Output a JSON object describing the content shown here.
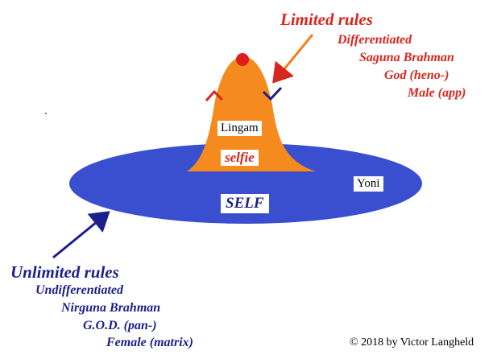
{
  "limited": {
    "title": "Limited rules",
    "lines": [
      "Differentiated",
      "Saguna Brahman",
      "God (heno-)",
      "Male (app)"
    ]
  },
  "unlimited": {
    "title": "Unlimited rules",
    "lines": [
      "Undifferentiated",
      "Nirguna Brahman",
      "G.O.D. (pan-)",
      "Female (matrix)"
    ]
  },
  "labels": {
    "lingam": "Lingam",
    "selfie": "selfie",
    "self": "SELF",
    "yoni": "Yoni"
  },
  "copyright": "© 2018 by Victor Langheld",
  "colors": {
    "yoni_fill": "#3a4fd0",
    "lingam_fill": "#f58a1f",
    "tip_dot": "#e01b1b",
    "limited_text": "#d9261c",
    "unlimited_text": "#1c1f8a",
    "orange_arrow": "#f07d1a",
    "navy_arrow": "#1c1f8a"
  }
}
